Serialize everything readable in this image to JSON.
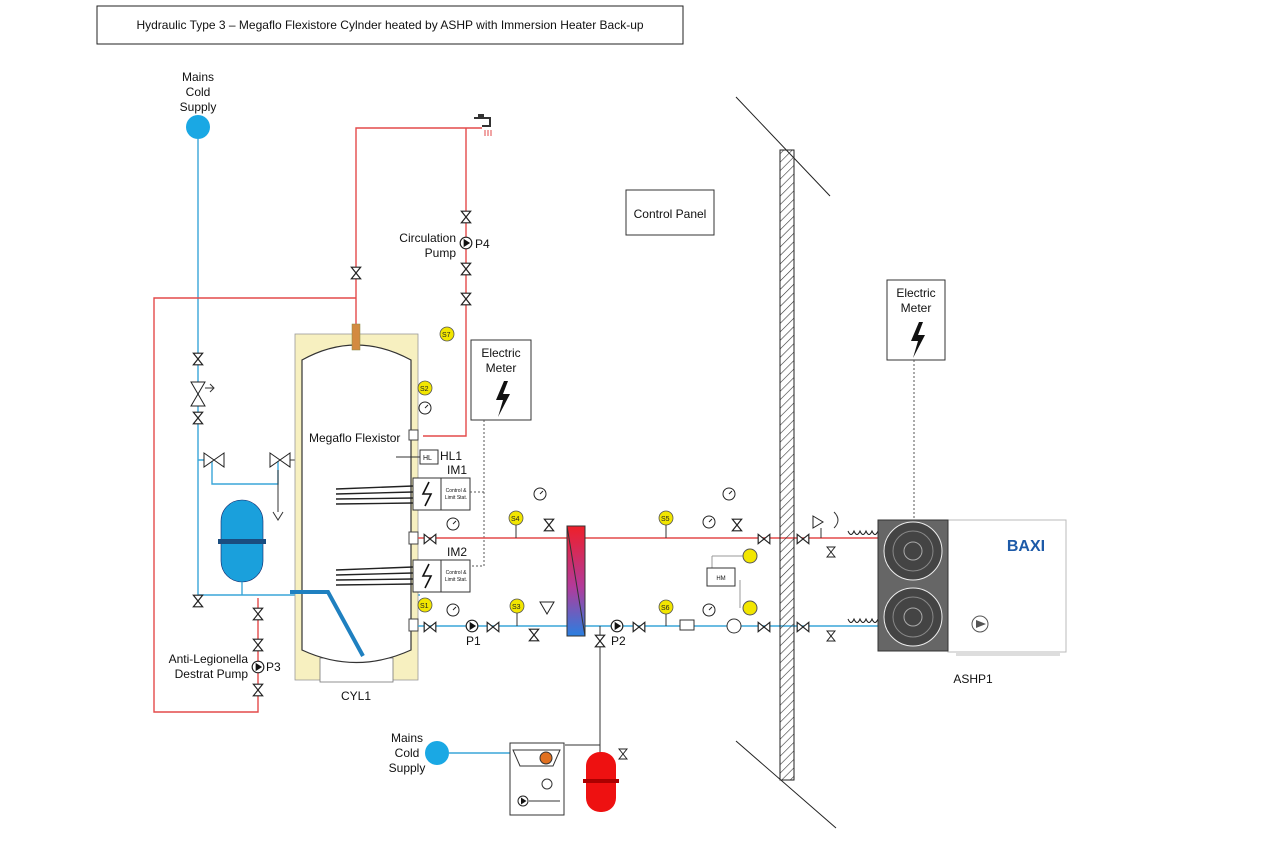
{
  "title": "Hydraulic Type 3 – Megaflo Flexistore Cylnder heated by ASHP with Immersion Heater Back-up",
  "labels": {
    "mains_cold_supply_top": [
      "Mains",
      "Cold",
      "Supply"
    ],
    "mains_cold_supply_bottom": [
      "Mains",
      "Cold",
      "Supply"
    ],
    "circulation_pump": [
      "Circulation",
      "Pump"
    ],
    "p4": "P4",
    "electric_meter_1": [
      "Electric",
      "Meter"
    ],
    "electric_meter_2": [
      "Electric",
      "Meter"
    ],
    "control_panel": "Control Panel",
    "cylinder_name": "Megaflo Flexistor",
    "hl1": "HL1",
    "hl": "HL",
    "im1": "IM1",
    "im2": "IM2",
    "control_limit_stat": [
      "Control &",
      "Limit Stat."
    ],
    "p1": "P1",
    "p2": "P2",
    "p3": "P3",
    "anti_legionella": [
      "Anti-Legionella",
      "Destrat Pump"
    ],
    "cyl1": "CYL1",
    "hm": "HM",
    "brand": "BAXI",
    "ashp1": "ASHP1"
  },
  "sensors": [
    "S1",
    "S2",
    "S3",
    "S4",
    "S5",
    "S6",
    "S7"
  ],
  "colors": {
    "hot_pipe": "#e34a4a",
    "cold_pipe": "#3aa6d8",
    "sensor": "#f2e600",
    "insulation": "#f7f0c0",
    "vessel_blue": "#1aa0dc",
    "vessel_red": "#ee1111",
    "brand_blue": "#1d5aa8",
    "heat_pump_dark": "#555555"
  },
  "icons": [
    "mains-cold-supply-icon",
    "tap-icon",
    "pump-icon",
    "valve-icon",
    "lightning-icon",
    "pressure-gauge-icon",
    "thermometer-icon",
    "expansion-vessel-icon",
    "fan-icon",
    "heat-meter-icon"
  ]
}
